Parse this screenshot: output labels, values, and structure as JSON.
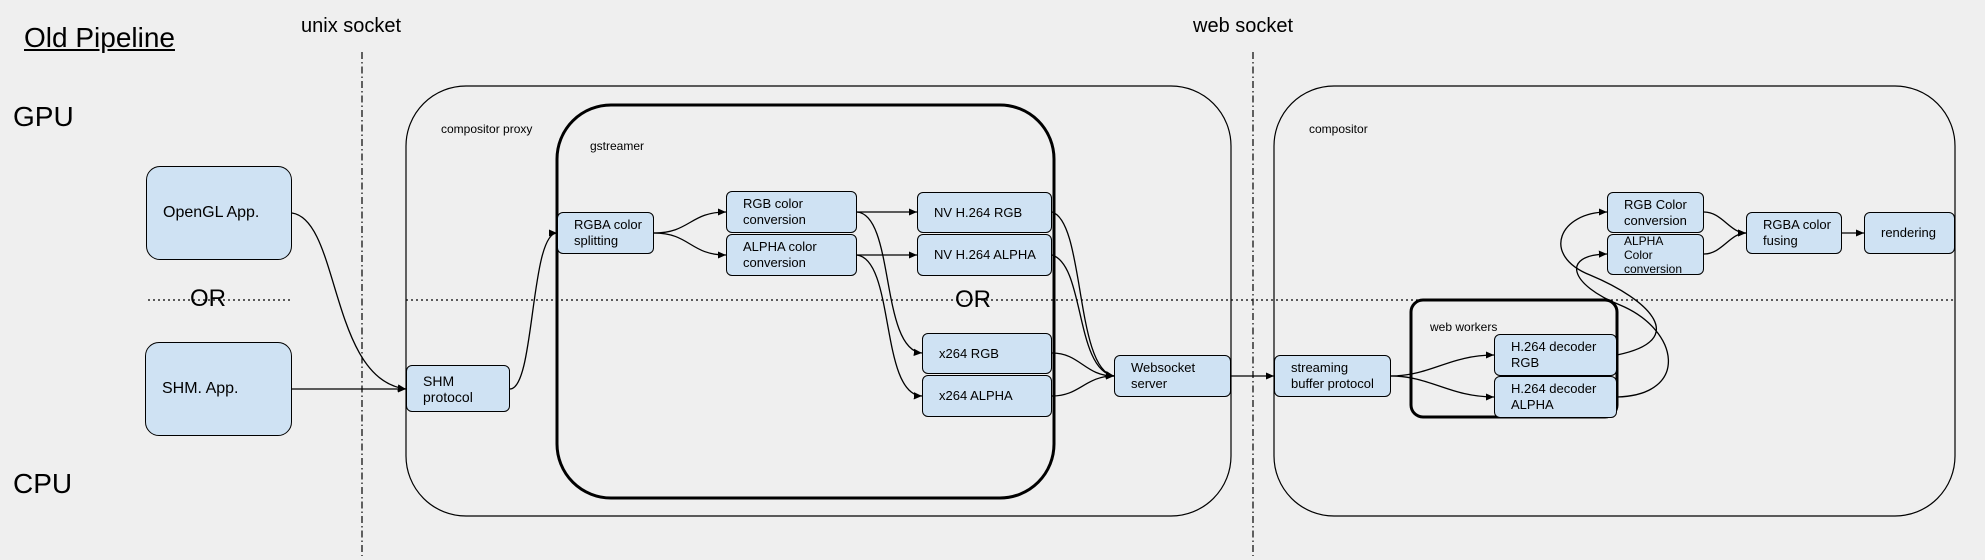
{
  "title": "Old Pipeline",
  "boundaries": {
    "unix": "unix socket",
    "web": "web socket"
  },
  "levels": {
    "gpu": "GPU",
    "cpu": "CPU"
  },
  "or_labels": {
    "apps": "OR",
    "encoders": "OR"
  },
  "groups": {
    "compositor_proxy": "compositor proxy",
    "gstreamer": "gstreamer",
    "compositor": "compositor",
    "web_workers": "web workers"
  },
  "nodes": {
    "opengl_app": "OpenGL App.",
    "shm_app": "SHM. App.",
    "shm_protocol": "SHM\nprotocol",
    "rgba_splitting": "RGBA color\nsplitting",
    "rgb_conversion": "RGB color\nconversion",
    "alpha_conversion": "ALPHA color\nconversion",
    "nv_rgb": "NV H.264 RGB",
    "nv_alpha": "NV H.264 ALPHA",
    "x264_rgb": "x264 RGB",
    "x264_alpha": "x264 ALPHA",
    "websocket_server": "Websocket\nserver",
    "streaming_buffer": "streaming\nbuffer protocol",
    "decoder_rgb": "H.264 decoder\nRGB",
    "decoder_alpha": "H.264 decoder\nALPHA",
    "rgb_color_conversion": "RGB Color\nconversion",
    "alpha_color_conversion": "ALPHA\nColor\nconversion",
    "rgba_fusing": "RGBA color\nfusing",
    "rendering": "rendering"
  }
}
